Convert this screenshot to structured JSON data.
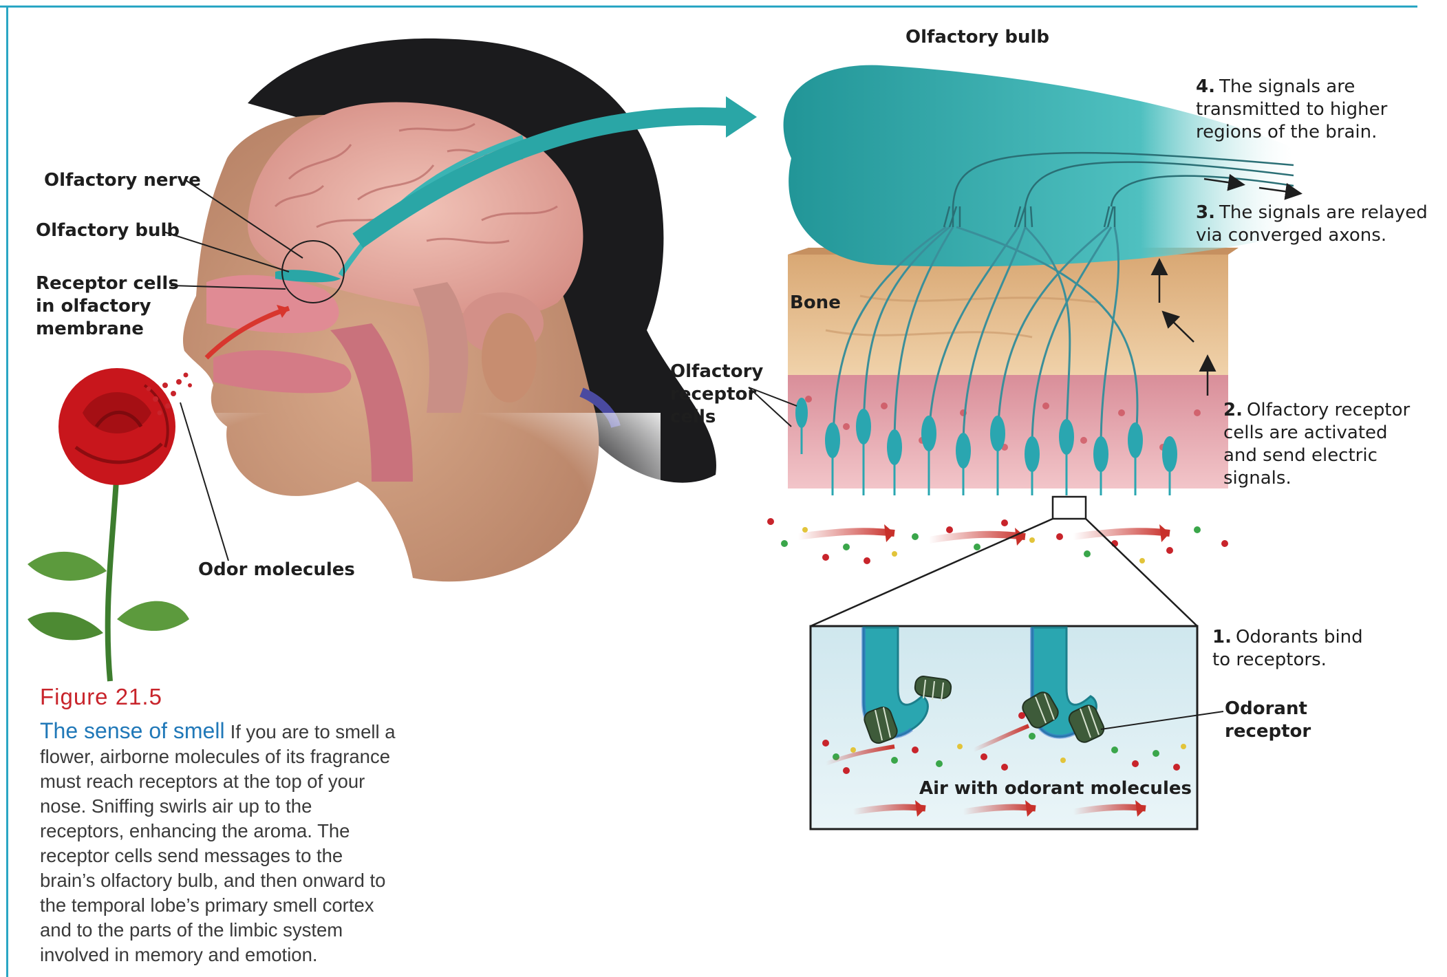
{
  "labels": {
    "olfactory_nerve": "Olfactory nerve",
    "olfactory_bulb_left": "Olfactory bulb",
    "receptor_cells": "Receptor cells\nin olfactory\nmembrane",
    "odor_molecules": "Odor molecules",
    "olfactory_bulb_top": "Olfactory bulb",
    "bone": "Bone",
    "olfactory_receptor_cells": "Olfactory\nreceptor\ncells",
    "odorant_receptor": "Odorant\nreceptor",
    "air_with_odorant": "Air with odorant molecules"
  },
  "steps": [
    {
      "num": "1.",
      "text": "Odorants bind\nto receptors."
    },
    {
      "num": "2.",
      "text": "Olfactory receptor\ncells are activated\nand send electric\nsignals."
    },
    {
      "num": "3.",
      "text": "The signals are relayed\nvia converged axons."
    },
    {
      "num": "4.",
      "text": "The signals are\ntransmitted to higher\nregions of the brain."
    }
  ],
  "figure": {
    "number": "Figure 21.5",
    "title": "The sense of smell",
    "caption": "If you are to smell a flower, airborne molecules of its fragrance must reach receptors at the top of your nose. Sniffing swirls air up to the receptors, enhancing the aroma. The receptor cells send messages to the brain’s olfactory bulb, and then onward to the temporal lobe’s primary smell cortex and to the parts of the limbic system involved in memory and emotion."
  },
  "colors": {
    "frame": "#2aa6c4",
    "figure_number": "#c8242b",
    "caption_title": "#2078b8",
    "bulb_teal": "#2a9ea0",
    "bone": "#e2b98a",
    "tissue_pink": "#e6a0a8",
    "flow_arrow": "#c8302a"
  }
}
